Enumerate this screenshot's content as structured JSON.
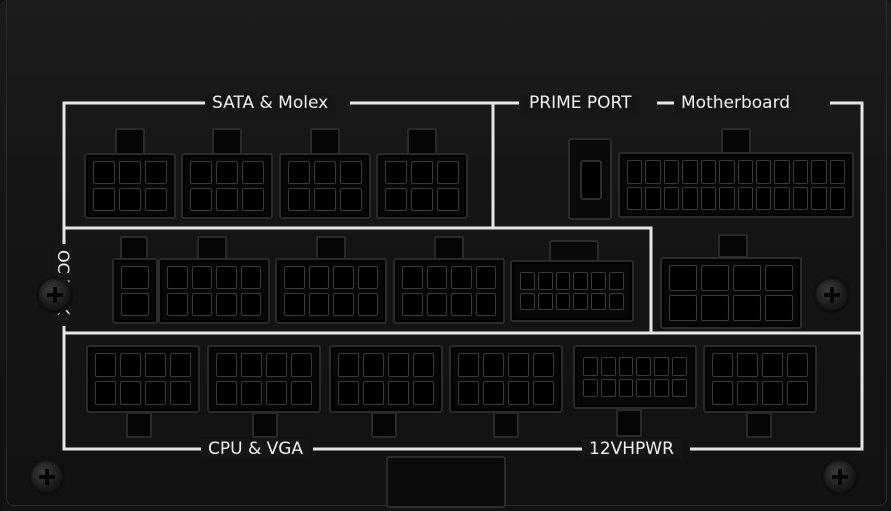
{
  "labels": {
    "sata_molex": "SATA & Molex",
    "prime_port": "PRIME PORT",
    "motherboard": "Motherboard",
    "oc_link": "OC LINK",
    "cpu_vga": "CPU & VGA",
    "hpwr": "12VHPWR"
  },
  "colors": {
    "panel": "#161616",
    "outline": "#e8e8e8",
    "connector": "#070707"
  }
}
